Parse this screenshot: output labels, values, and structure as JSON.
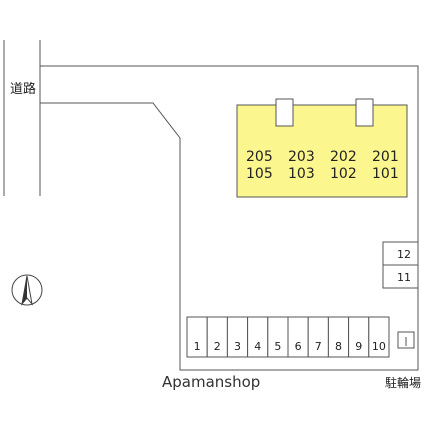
{
  "road_label": "道路",
  "bicycle_parking_label": "駐輪場",
  "watermark": "Apamanshop",
  "building": {
    "color": "#fbf78e",
    "upper_units": [
      "205",
      "203",
      "202",
      "201"
    ],
    "lower_units": [
      "105",
      "103",
      "102",
      "101"
    ]
  },
  "parking_bottom": [
    "1",
    "2",
    "3",
    "4",
    "5",
    "6",
    "7",
    "8",
    "9",
    "10"
  ],
  "parking_side": [
    "12",
    "11"
  ],
  "north_icon": "north-arrow-icon"
}
